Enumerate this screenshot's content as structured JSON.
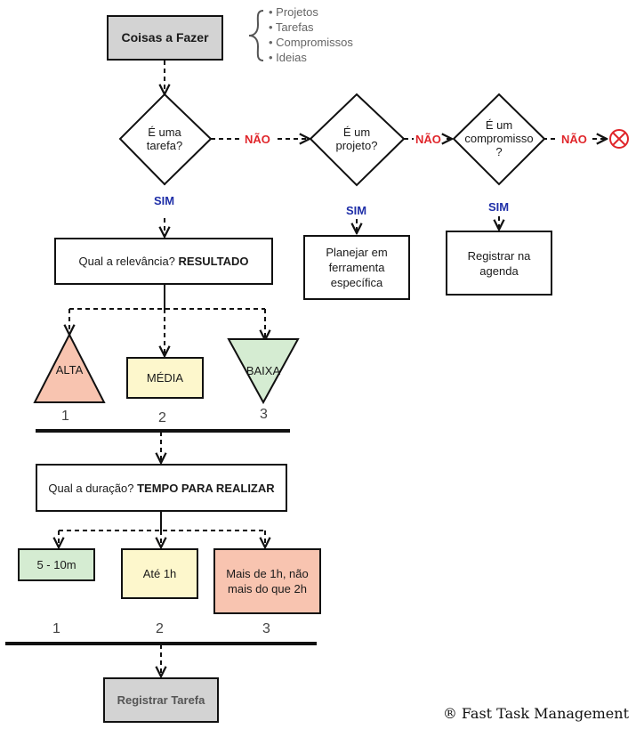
{
  "start": {
    "label": "Coisas a Fazer"
  },
  "notes": [
    "• Projetos",
    "• Tarefas",
    "• Compromissos",
    "• Ideias"
  ],
  "decisions": {
    "tarefa": {
      "line1": "É uma",
      "line2": "tarefa?"
    },
    "projeto": {
      "line1": "É um",
      "line2": "projeto?"
    },
    "compromisso": {
      "line1": "É um",
      "line2": "compromisso",
      "line3": "?"
    }
  },
  "answers": {
    "sim": "SIM",
    "nao": "NÃO"
  },
  "actions": {
    "planejar": {
      "line1": "Planejar em",
      "line2": "ferramenta",
      "line3": "específica"
    },
    "agenda": {
      "line1": "Registrar na",
      "line2": "agenda"
    }
  },
  "relevance": {
    "question": "Qual a relevância?",
    "keyword": "RESULTADO",
    "options": [
      "ALTA",
      "MÉDIA",
      "BAIXA"
    ],
    "numbers": [
      "1",
      "2",
      "3"
    ]
  },
  "duration": {
    "question": "Qual a duração?",
    "keyword": "TEMPO PARA REALIZAR",
    "options": [
      "5 - 10m",
      "Até 1h",
      "Mais de 1h, não mais do que 2h"
    ],
    "numbers": [
      "1",
      "2",
      "3"
    ]
  },
  "end": {
    "label": "Registrar Tarefa"
  },
  "footer": "® Fast Task Management",
  "colors": {
    "gray_box": "#d3d3d3",
    "red_fill": "#f8c4b0",
    "yellow_fill": "#fdf7cc",
    "green_fill": "#d5ecd2",
    "sim_blue": "#1f2fa8",
    "nao_red": "#e0252a"
  }
}
